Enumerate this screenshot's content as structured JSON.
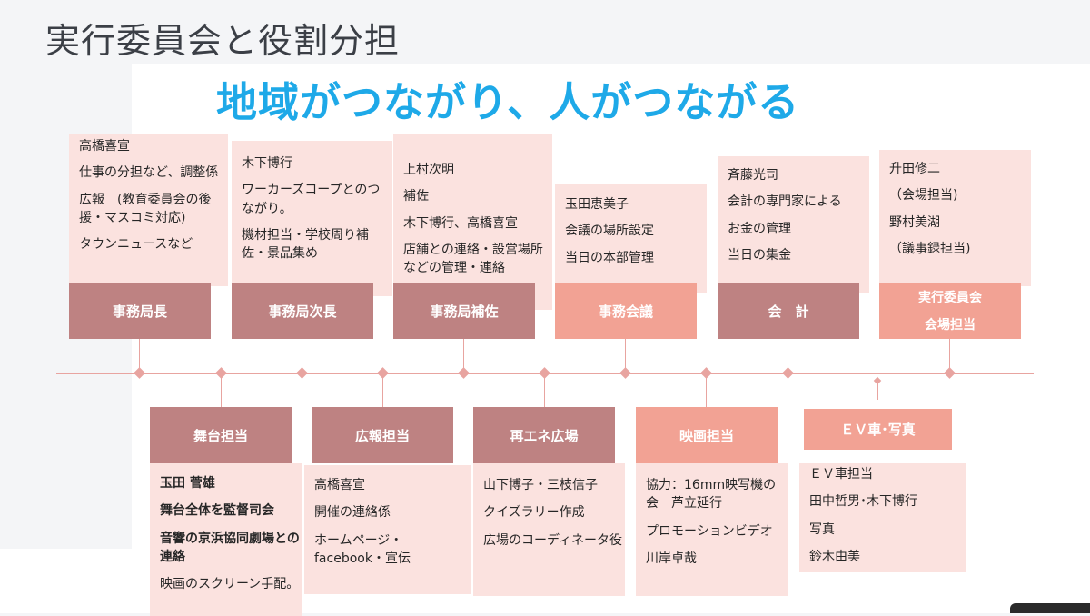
{
  "title": "実行委員会と役割分担",
  "slogan": "地域がつながり、人がつながる",
  "top_roles": [
    {
      "label": "事務局長",
      "lines": [
        "高橋喜宣",
        "仕事の分担など、調整係",
        "広報　(教育委員会の後援・マスコミ対応)",
        "タウンニュースなど"
      ]
    },
    {
      "label": "事務局次長",
      "lines": [
        "木下博行",
        "ワーカーズコープとのつながり。",
        "機材担当・学校周り補佐・景品集め"
      ]
    },
    {
      "label": "事務局補佐",
      "lines": [
        "上村次明",
        "補佐",
        "木下博行、高橋喜宣",
        "店舗との連絡・設営場所などの管理・連絡"
      ]
    },
    {
      "label": "事務会議",
      "lines": [
        "玉田恵美子",
        "会議の場所設定",
        "当日の本部管理"
      ]
    },
    {
      "label": "会　計",
      "lines": [
        "斉藤光司",
        "会計の専門家による",
        "お金の管理",
        "当日の集金"
      ]
    },
    {
      "label_lines": [
        "実行委員会",
        "会場担当"
      ],
      "lines": [
        "升田修二",
        "（会場担当)",
        "野村美湖",
        "（議事録担当)"
      ]
    }
  ],
  "bottom_roles": [
    {
      "label": "舞台担当",
      "lines": [
        "玉田 菅雄",
        "舞台全体を監督司会",
        "音響の京浜協同劇場との連絡",
        "映画のスクリーン手配。"
      ]
    },
    {
      "label": "広報担当",
      "lines": [
        "高橋喜宣",
        "開催の連絡係",
        "ホームページ・facebook・宣伝"
      ]
    },
    {
      "label": "再エネ広場",
      "lines": [
        "山下博子・三枝信子",
        "クイズラリー作成",
        "広場のコーディネータ役"
      ]
    },
    {
      "label": "映画担当",
      "lines": [
        "協力：16mm映写機の会　芦立延行",
        "プロモーションビデオ",
        "川岸卓哉"
      ]
    },
    {
      "label": "ＥＶ車･写真",
      "lines": [
        "ＥＶ車担当",
        "田中哲男･木下博行",
        "写真",
        "鈴木由美"
      ]
    }
  ],
  "colors": {
    "bar_dark": "#be8282",
    "bar_pink": "#f2a294",
    "box_fill": "#fbe2df",
    "axis": "#e8a4a0",
    "slogan": "#1ea9e8"
  }
}
